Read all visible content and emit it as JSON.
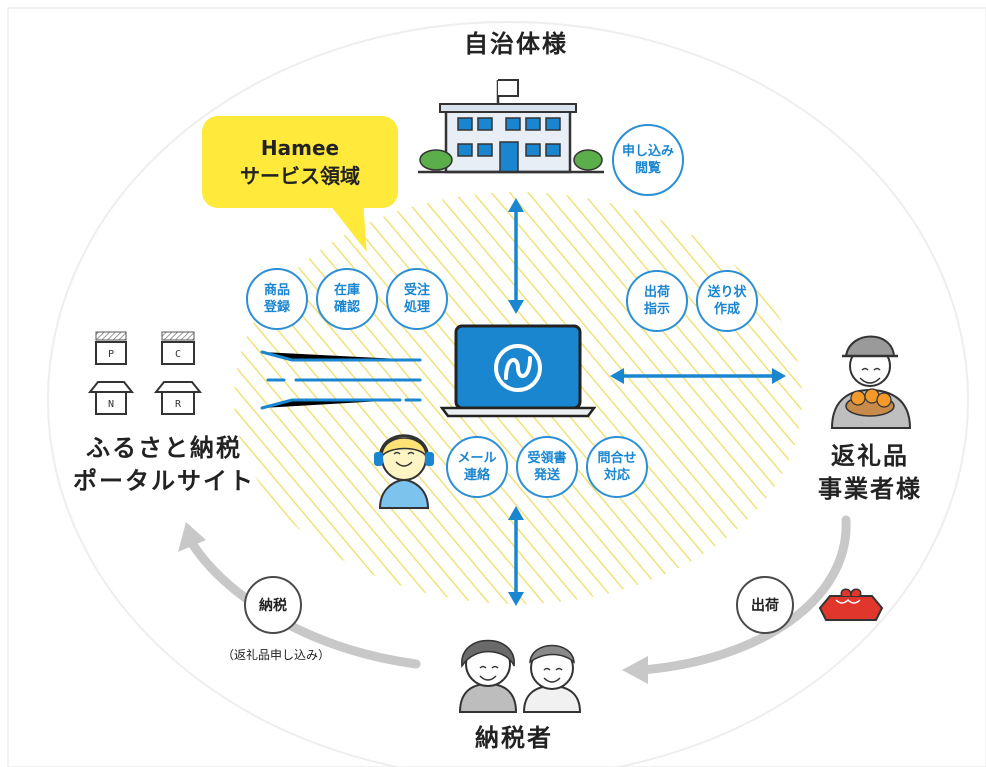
{
  "labels": {
    "municipality": "自治体様",
    "portal": [
      "ふるさと納税",
      "ポータルサイト"
    ],
    "supplier": [
      "返礼品",
      "事業者様"
    ],
    "taxpayer": "納税者"
  },
  "bubble": [
    "Hamee",
    "サービス領域"
  ],
  "municipality_badge": [
    "申し込み",
    "閲覧"
  ],
  "top_services": [
    [
      "商品",
      "登録"
    ],
    [
      "在庫",
      "確認"
    ],
    [
      "受注",
      "処理"
    ]
  ],
  "right_services": [
    [
      "出荷",
      "指示"
    ],
    [
      "送り状",
      "作成"
    ]
  ],
  "bottom_services": [
    [
      "メール",
      "連絡"
    ],
    [
      "受領書",
      "発送"
    ],
    [
      "問合せ",
      "対応"
    ]
  ],
  "flow": {
    "tax_payment": "納税",
    "tax_payment_note": "（返礼品申し込み）",
    "shipping": "出荷"
  },
  "portal_boxes": [
    "P",
    "C",
    "N",
    "R"
  ],
  "colors": {
    "accent_blue": "#2b8fd6",
    "hatch_yellow": "#f3e98a",
    "bubble_yellow": "#ffe93a",
    "flow_gray": "#c8c8c8"
  },
  "icons": [
    "building-icon",
    "laptop-icon",
    "support-agent-icon",
    "farmer-icon",
    "taxpayers-icon",
    "gift-box-icon",
    "portal-boxes-icon"
  ]
}
